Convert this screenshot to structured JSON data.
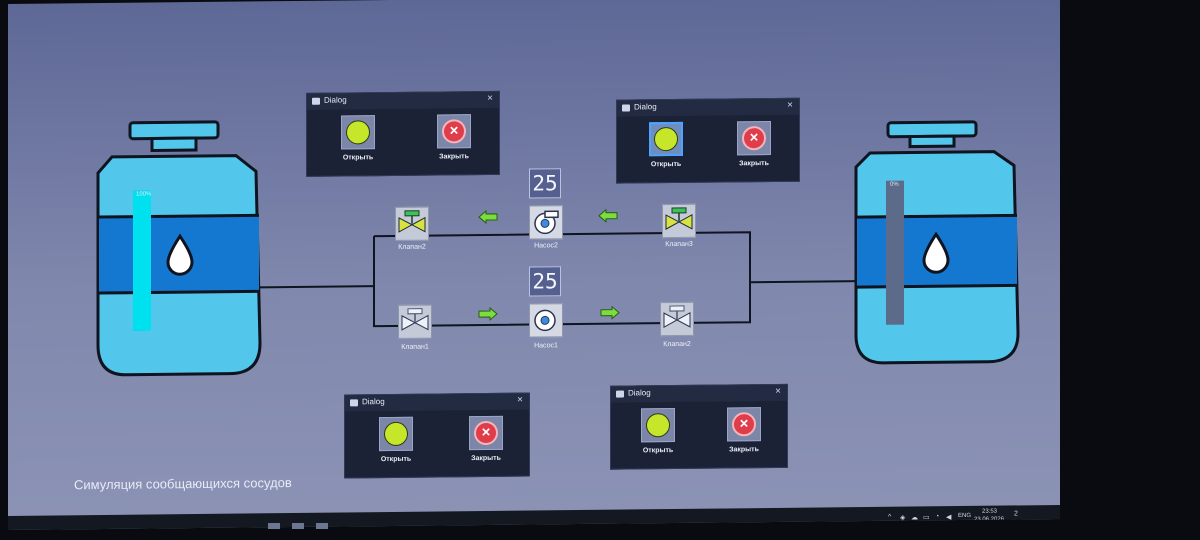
{
  "app": {
    "title": "Симуляция сообщающихся сосудов"
  },
  "colors": {
    "tank_liquid_light": "#53c6eb",
    "tank_band": "#1478d0",
    "level_bar_left": "#00e1f0",
    "level_bar_right": "#5c6b8a",
    "indicator_green": "#c6e62a",
    "indicator_red": "#e03d4a",
    "arrow_green": "#7bde3c",
    "pipe": "#0e1420"
  },
  "tanks": {
    "left": {
      "level_label": "100%",
      "level_fraction": 1.0
    },
    "right": {
      "level_label": "0%",
      "level_fraction": 0.0
    }
  },
  "dialogs": [
    {
      "title": "Dialog",
      "open_label": "Открыть",
      "close_label": "Закрыть",
      "close_icon": "×"
    },
    {
      "title": "Dialog",
      "open_label": "Открыть",
      "close_label": "Закрыть",
      "close_icon": "×"
    },
    {
      "title": "Dialog",
      "open_label": "Открыть",
      "close_label": "Закрыть",
      "close_icon": "×"
    },
    {
      "title": "Dialog",
      "open_label": "Открыть",
      "close_label": "Закрыть",
      "close_icon": "×"
    }
  ],
  "valves": {
    "v1": "Клапан1",
    "v2": "Клапан2",
    "v3": "Клапан3",
    "v4": "Клапан2"
  },
  "pumps": {
    "upper": {
      "label": "Насос2",
      "display": "25"
    },
    "lower": {
      "label": "Насос1",
      "display": "25"
    }
  },
  "taskbar": {
    "lang": "ENG",
    "time": "23:53",
    "date": "23.06.2026",
    "tray_chevron": "^",
    "notification_badge": "2"
  }
}
